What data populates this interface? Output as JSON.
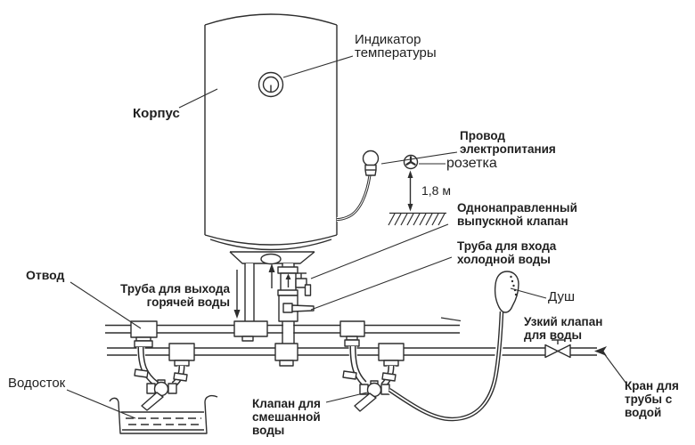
{
  "diagram": {
    "description": "water heater installation schematic",
    "colors": {
      "line": "#2e2e2e",
      "background": "#ffffff",
      "text": "#1f1f1f"
    },
    "labels": {
      "temperature_indicator": "Индикатор\nтемпературы",
      "body": "Корпус",
      "power_cord": "Провод\nэлектропитания",
      "socket": "розетка",
      "height_mark": "1,8 м",
      "one_way_valve": "Однонаправленный\nвыпускной клапан",
      "cold_inlet_pipe": "Труба для входа\nхолодной воды",
      "hot_outlet_pipe": "Труба для выхода\nгорячей воды",
      "branch": "Отвод",
      "drain": "Водосток",
      "mixed_water_valve": "Клапан для\nсмешанной\nводы",
      "shower": "Душ",
      "narrow_water_valve": "Узкий клапан\nдля воды",
      "water_pipe_tap": "Кран для\nтрубы с\nводой"
    }
  }
}
